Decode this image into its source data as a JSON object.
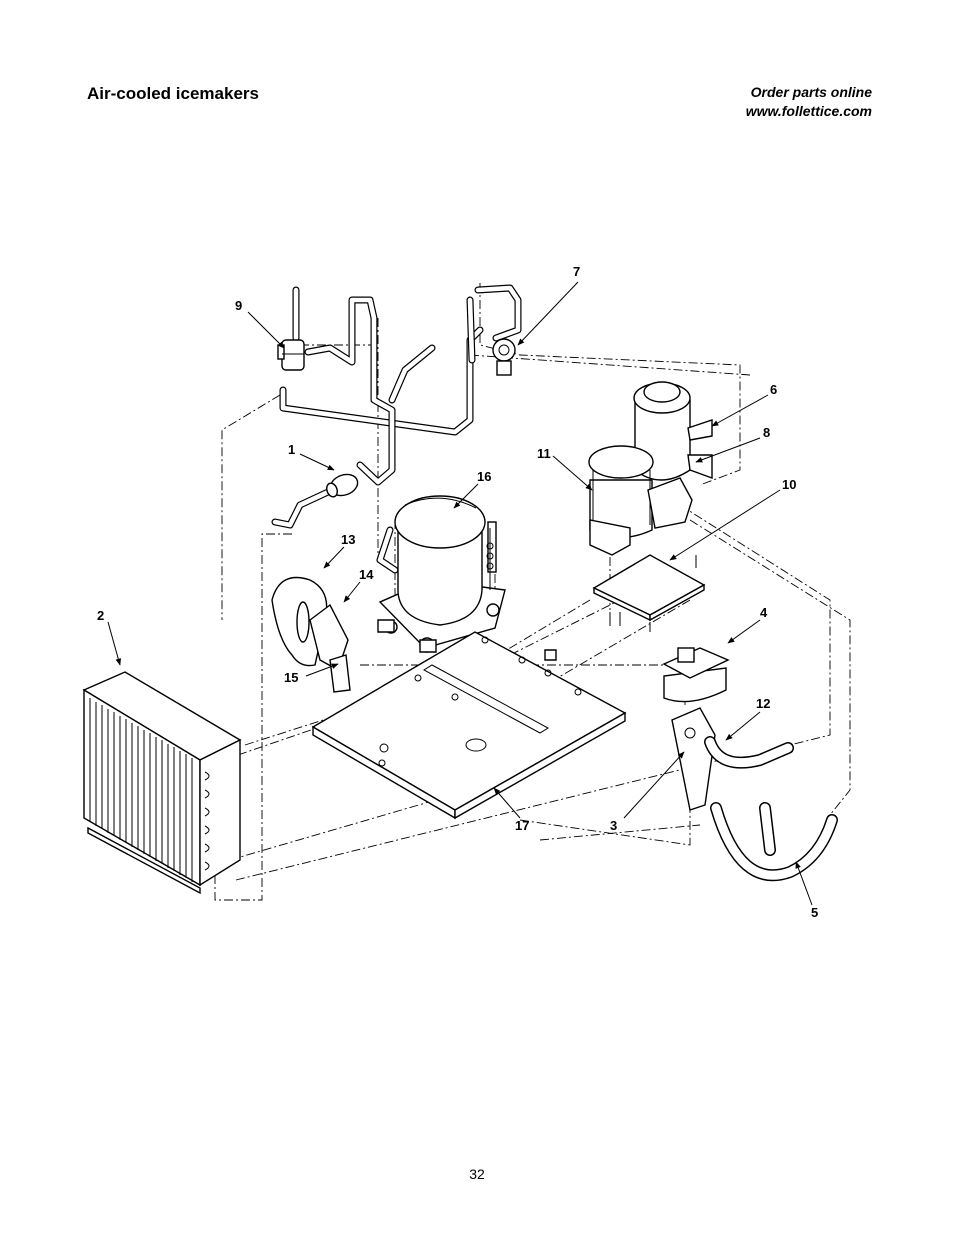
{
  "header": {
    "title": "Air-cooled icemakers",
    "order_line1": "Order parts online",
    "order_line2": "www.follettice.com"
  },
  "diagram": {
    "callouts": [
      "1",
      "2",
      "3",
      "4",
      "5",
      "6",
      "7",
      "8",
      "9",
      "10",
      "11",
      "12",
      "13",
      "14",
      "15",
      "16",
      "17"
    ]
  },
  "footer": {
    "page_number": "32"
  }
}
